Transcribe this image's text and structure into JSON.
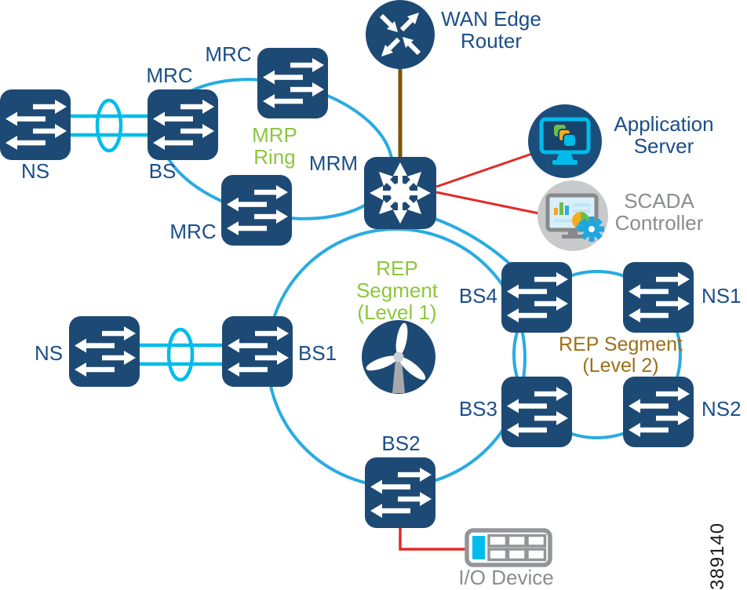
{
  "figure_number": "389140",
  "colors": {
    "switch_navy": "#1D4A74",
    "label_navy": "#1B4E88",
    "ring_cyan": "#29ABE2",
    "link_cyan": "#00BCEB",
    "mrp_green": "#8DC63F",
    "rep2_gold": "#9E6F1A",
    "red_link": "#E12B26",
    "wan_brown": "#7A5607",
    "gray_text": "#8A8C8E"
  },
  "nodes": {
    "wan_router": {
      "label": [
        "WAN Edge",
        "Router"
      ]
    },
    "mrm": {
      "label": "MRM"
    },
    "mrc_top": {
      "label": "MRC"
    },
    "mrc_ring": {
      "label": "MRC"
    },
    "mrc_bottom": {
      "label": "MRC"
    },
    "bs": {
      "label": "BS"
    },
    "ns_top": {
      "label": "NS"
    },
    "ns_mid": {
      "label": "NS"
    },
    "bs1": {
      "label": "BS1"
    },
    "bs2": {
      "label": "BS2"
    },
    "bs3": {
      "label": "BS3"
    },
    "bs4": {
      "label": "BS4"
    },
    "ns1": {
      "label": "NS1"
    },
    "ns2": {
      "label": "NS2"
    },
    "app_server": {
      "label": [
        "Application",
        "Server"
      ]
    },
    "scada": {
      "label": [
        "SCADA",
        "Controller"
      ]
    },
    "io_device": {
      "label": "I/O Device"
    }
  },
  "rings": {
    "mrp": {
      "label": [
        "MRP",
        "Ring"
      ]
    },
    "rep1": {
      "label": [
        "REP",
        "Segment",
        "(Level 1)"
      ]
    },
    "rep2": {
      "label": [
        "REP Segment",
        "(Level 2)"
      ]
    }
  }
}
